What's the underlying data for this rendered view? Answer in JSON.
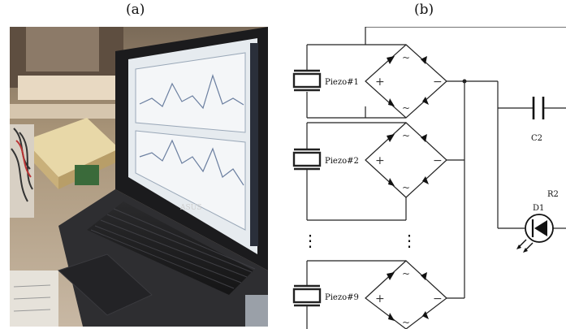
{
  "figure": {
    "label_a": "(a)",
    "label_b": "(b)"
  },
  "photo": {
    "laptop_brand": "ASUS"
  },
  "circuit": {
    "piezo_labels": [
      "Piezo#1",
      "Piezo#2",
      "Piezo#9"
    ],
    "components": {
      "capacitor": "C2",
      "resistor": "R2",
      "diode": "D1"
    },
    "ellipsis": "⋮",
    "bridge_plus": "+",
    "bridge_minus": "−",
    "bridge_ac": "~"
  }
}
